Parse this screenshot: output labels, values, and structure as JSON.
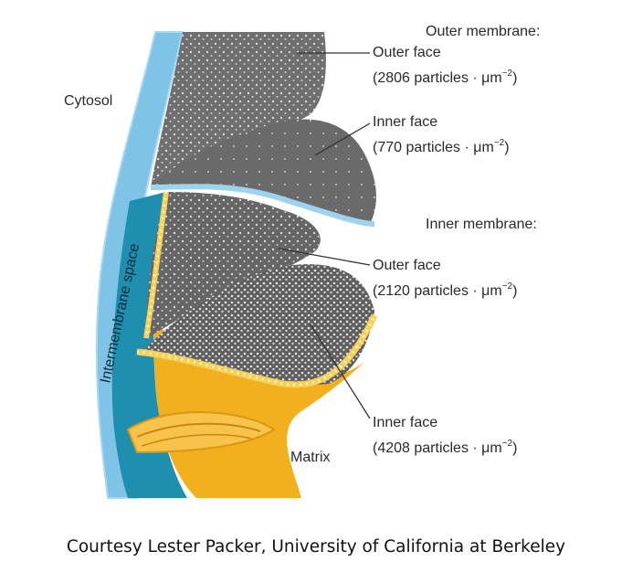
{
  "diagram": {
    "regions": {
      "cytosol": "Cytosol",
      "intermembrane_space": "Intermembrane space",
      "matrix": "Matrix"
    },
    "outer_membrane": {
      "heading": "Outer membrane:",
      "outer_face": {
        "name": "Outer face",
        "density": "(2806 particles · μm",
        "exponent": "−2",
        "close": ")"
      },
      "inner_face": {
        "name": "Inner face",
        "density": "(770 particles · μm",
        "exponent": "−2",
        "close": ")"
      }
    },
    "inner_membrane": {
      "heading": "Inner membrane:",
      "outer_face": {
        "name": "Outer face",
        "density": "(2120 particles · μm",
        "exponent": "−2",
        "close": ")"
      },
      "inner_face": {
        "name": "Inner face",
        "density": "(4208 particles · μm",
        "exponent": "−2",
        "close": ")"
      }
    },
    "colors": {
      "cytosol_blue": "#7fc3e6",
      "intermembrane_teal": "#1f8fb0",
      "matrix_orange": "#f2b01e",
      "fracture_face_gray": "#6f6f6f"
    }
  },
  "caption": "Courtesy Lester Packer, University of California at Berkeley"
}
